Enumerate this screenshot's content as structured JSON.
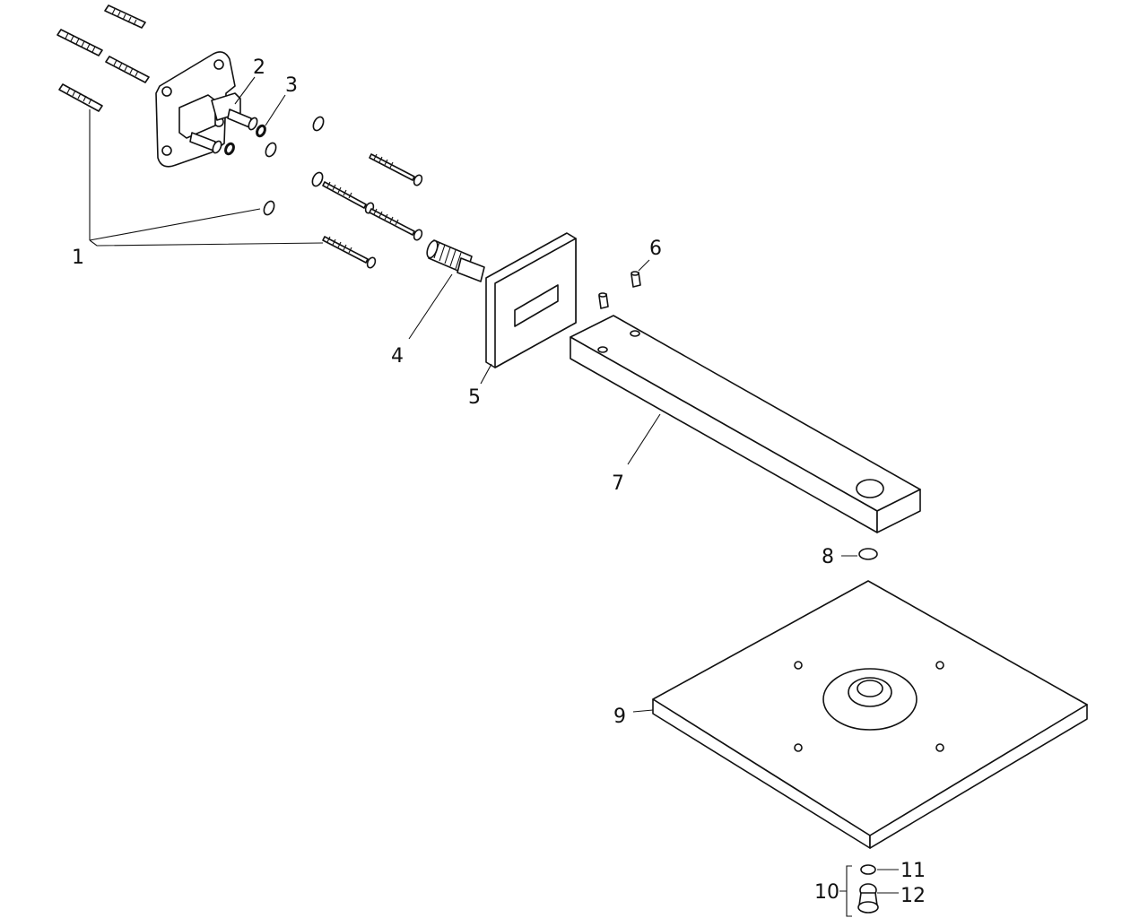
{
  "callouts": {
    "c1": "1",
    "c2": "2",
    "c3": "3",
    "c4": "4",
    "c5": "5",
    "c6": "6",
    "c7": "7",
    "c8": "8",
    "c9": "9",
    "c10": "10",
    "c11": "11",
    "c12": "12"
  },
  "parts": [
    {
      "callout": "1",
      "part": "wall-plug-and-screw-set"
    },
    {
      "callout": "2",
      "part": "wall-mounting-block"
    },
    {
      "callout": "3",
      "part": "o-ring"
    },
    {
      "callout": "4",
      "part": "threaded-connector"
    },
    {
      "callout": "5",
      "part": "square-wall-rosette"
    },
    {
      "callout": "6",
      "part": "set-screws"
    },
    {
      "callout": "7",
      "part": "shower-arm"
    },
    {
      "callout": "8",
      "part": "seal-ring"
    },
    {
      "callout": "9",
      "part": "square-overhead-shower-plate"
    },
    {
      "callout": "10",
      "part": "nozzle-cleaner-group"
    },
    {
      "callout": "11",
      "part": "washer"
    },
    {
      "callout": "12",
      "part": "spray-nozzle"
    }
  ]
}
